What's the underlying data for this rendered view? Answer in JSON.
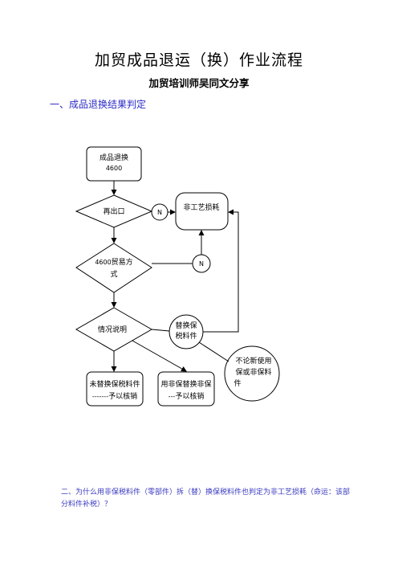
{
  "title": "加贸成品退运（换）作业流程",
  "subtitle": "加贸培训师吴同文分享",
  "section1": "一、成品退换结果判定",
  "flowchart": {
    "start_line1": "成品退换",
    "start_line2": "4600",
    "decision_reexport": "再出口",
    "n_label_1": "N",
    "non_process_loss": "非工艺损耗",
    "decision_trade_line1": "4600贸易方",
    "decision_trade_line2": "式",
    "n_label_2": "N",
    "decision_situation": "情况说明",
    "bonded_replace_line1": "替换保",
    "bonded_replace_line2": "税料件",
    "note_line1": "不论新使用",
    "note_line2": "保或非保料",
    "note_line3": "件",
    "result_left_line1": "未替换保税料件",
    "result_left_line2": "-------予以核销",
    "result_right_line1": "用非保替换非保",
    "result_right_line2": "---予以核销"
  },
  "section2": "二、为什么用非保税料件（零部件）拆（替）换保税料件也判定为非工艺损耗（命运：该部分料件补税）？"
}
